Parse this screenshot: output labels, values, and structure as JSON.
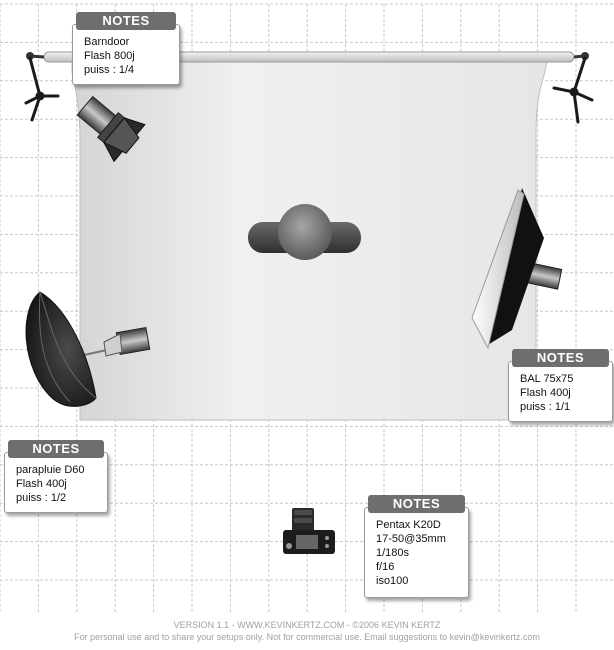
{
  "notes": [
    {
      "id": "barndoor",
      "header": "NOTES",
      "lines": [
        "Barndoor",
        "Flash 800j",
        "puiss : 1/4"
      ]
    },
    {
      "id": "softbox",
      "header": "NOTES",
      "lines": [
        "BAL 75x75",
        "Flash 400j",
        "puiss : 1/1"
      ]
    },
    {
      "id": "umbrella",
      "header": "NOTES",
      "lines": [
        "parapluie D60",
        "Flash 400j",
        "puiss : 1/2"
      ]
    },
    {
      "id": "camera",
      "header": "NOTES",
      "lines": [
        "Pentax K20D",
        "17-50@35mm",
        "1/180s",
        "f/16",
        "iso100"
      ]
    }
  ],
  "footer": {
    "line1": "VERSION 1.1  -  WWW.KEVINKERTZ.COM  -  ©2006 KEVIN KERTZ",
    "line2": "For personal use and to share your setups only. Not for commercial use.  Email suggestions to kevin@kevinkertz.com"
  },
  "colors": {
    "grid": "#c8c8c8",
    "note_header": "#6e6e6e",
    "backdrop": "#ececec"
  },
  "icons": [
    "light-stand-icon",
    "barndoor-light-icon",
    "softbox-light-icon",
    "umbrella-light-icon",
    "subject-person-icon",
    "camera-icon"
  ]
}
